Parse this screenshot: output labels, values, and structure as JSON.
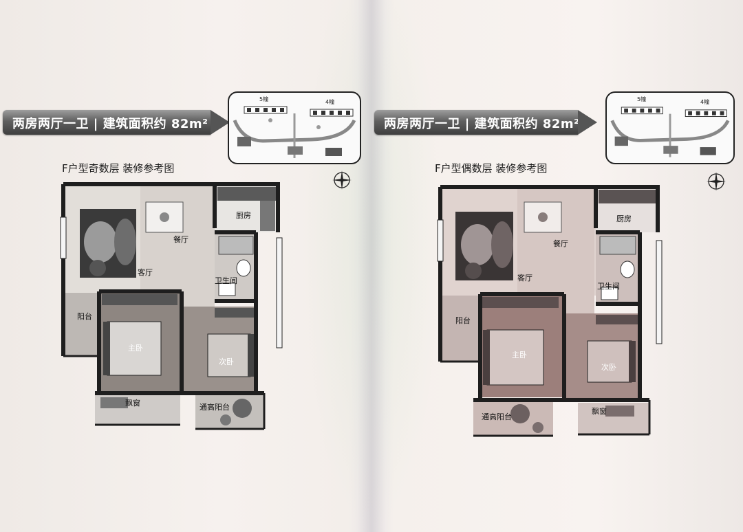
{
  "left_page": {
    "banner": "两房两厅一卫 | 建筑面积约 82m²",
    "plan_title": "F户型奇数层 装修参考图",
    "sitemap": {
      "building_a": "5幢",
      "building_b": "4幢"
    },
    "rooms": {
      "kitchen": "厨房",
      "dining": "餐厅",
      "living": "客厅",
      "bathroom": "卫生间",
      "balcony": "阳台",
      "master_bedroom": "主卧",
      "second_bedroom": "次卧",
      "bay_window": "飘窗",
      "tall_balcony": "通高阳台"
    }
  },
  "right_page": {
    "banner": "两房两厅一卫 | 建筑面积约 82m²",
    "plan_title": "F户型偶数层 装修参考图",
    "sitemap": {
      "building_a": "5幢",
      "building_b": "4幢"
    },
    "rooms": {
      "kitchen": "厨房",
      "dining": "餐厅",
      "living": "客厅",
      "bathroom": "卫生间",
      "balcony": "阳台",
      "master_bedroom": "主卧",
      "second_bedroom": "次卧",
      "bay_window": "飘窗",
      "tall_balcony": "通高阳台"
    }
  },
  "colors": {
    "banner_dark": "#3f3f3f",
    "wall": "#1e1e1e",
    "floor_light": "#e4e0dc",
    "floor_wood": "#8c8480",
    "carpet": "#3a3a3a",
    "right_tint": "#c9b2ae"
  }
}
